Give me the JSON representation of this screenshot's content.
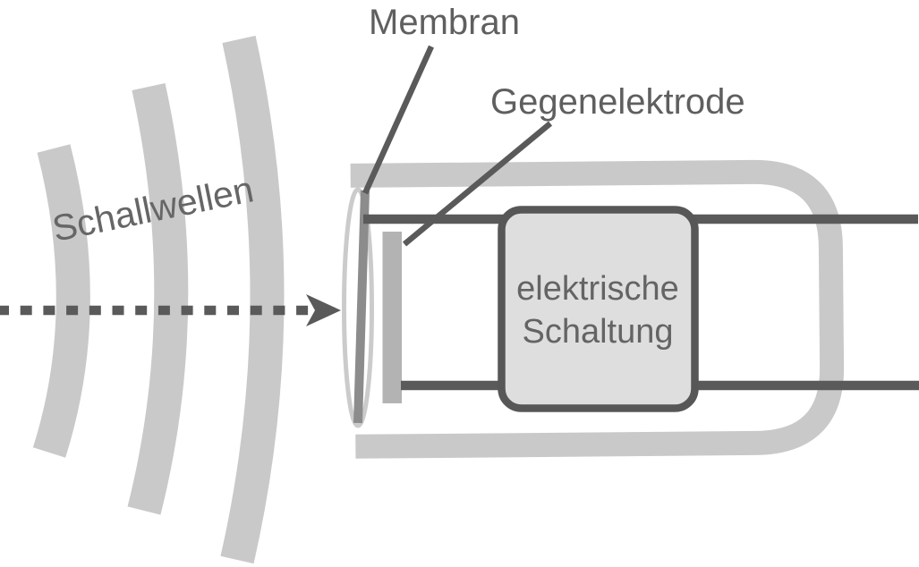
{
  "diagram": {
    "type": "condenser-microphone-schematic",
    "labels": {
      "membrane": "Membran",
      "counter_electrode": "Gegenelektrode",
      "sound_waves": "Schallwellen",
      "circuit_line1": "elektrische",
      "circuit_line2": "Schaltung"
    },
    "colors": {
      "wave_and_body_gray": "#c9c9c9",
      "electrode_gray": "#b3b3b3",
      "membrane_gray": "#8c8c8c",
      "line_dark_gray": "#5a5a5a",
      "text_gray": "#5f5f5f",
      "circuit_box_fill": "#dedede",
      "background": "#ffffff"
    }
  }
}
